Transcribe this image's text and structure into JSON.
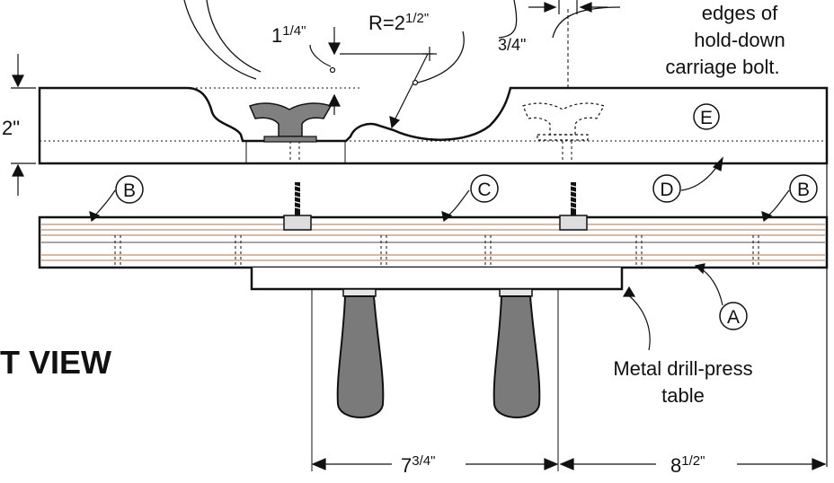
{
  "drawing": {
    "view_title": "T VIEW",
    "dimensions": {
      "thickness": "2\"",
      "inset_whole": "1",
      "inset_frac": "1/4\"",
      "radius": "R=2",
      "radius_frac": "1/2\"",
      "slot_offset": "3/4\"",
      "span_left_whole": "7",
      "span_left_frac": "3/4\"",
      "span_right_whole": "8",
      "span_right_frac": "1/2\""
    },
    "note_lines": [
      "edges of",
      "hold-down",
      "carriage bolt."
    ],
    "callouts": {
      "A": "A",
      "B_left": "B",
      "B_right": "B",
      "C": "C",
      "D": "D",
      "E": "E"
    },
    "table_label_lines": [
      "Metal drill-press",
      "table"
    ]
  },
  "colors": {
    "line": "#111111",
    "handle": "#7a7a7a",
    "knob": "#808080",
    "laminate": "#c9a28a"
  }
}
